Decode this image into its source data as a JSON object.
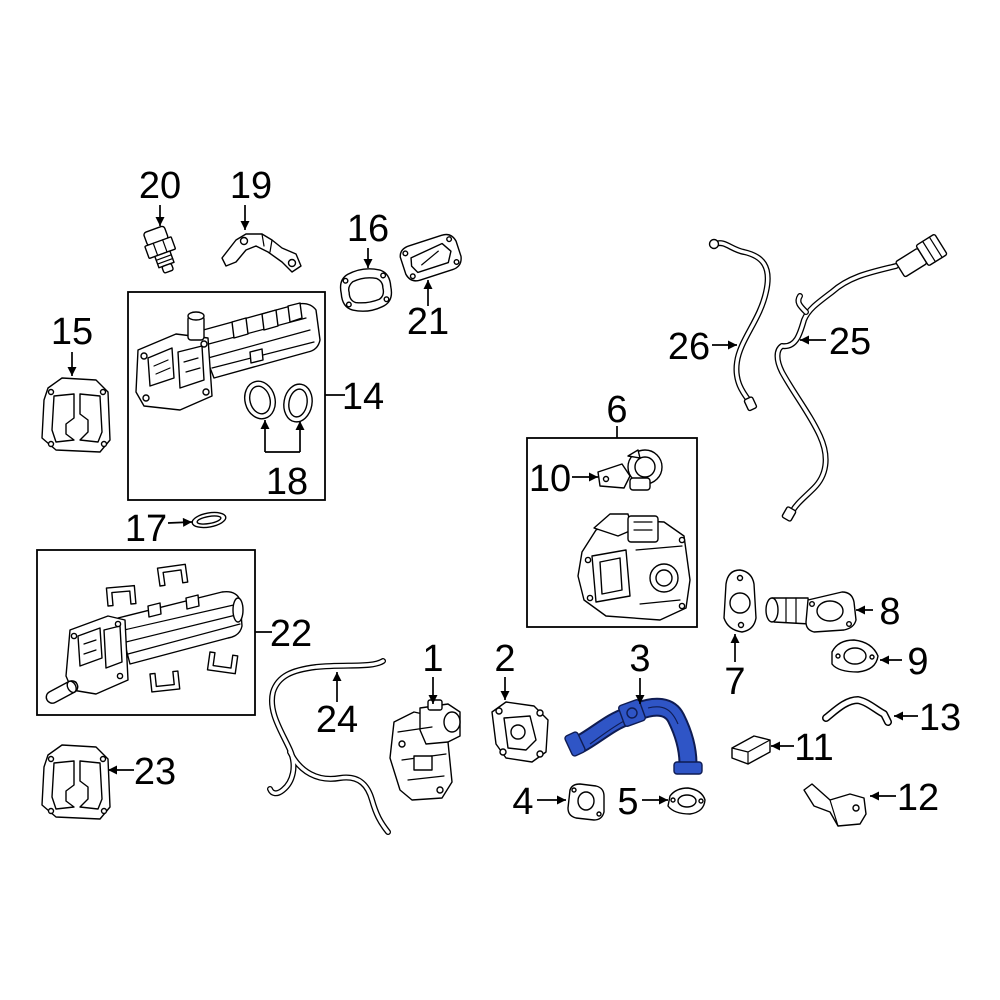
{
  "diagram": {
    "callouts": [
      "1",
      "2",
      "3",
      "4",
      "5",
      "6",
      "7",
      "8",
      "9",
      "10",
      "11",
      "12",
      "13",
      "14",
      "15",
      "16",
      "17",
      "18",
      "19",
      "20",
      "21",
      "22",
      "23",
      "24",
      "25",
      "26"
    ],
    "colors": {
      "highlight": "#2f55c6",
      "highlight_outline": "#0f1c52",
      "line": "#000000",
      "background": "#ffffff"
    }
  }
}
